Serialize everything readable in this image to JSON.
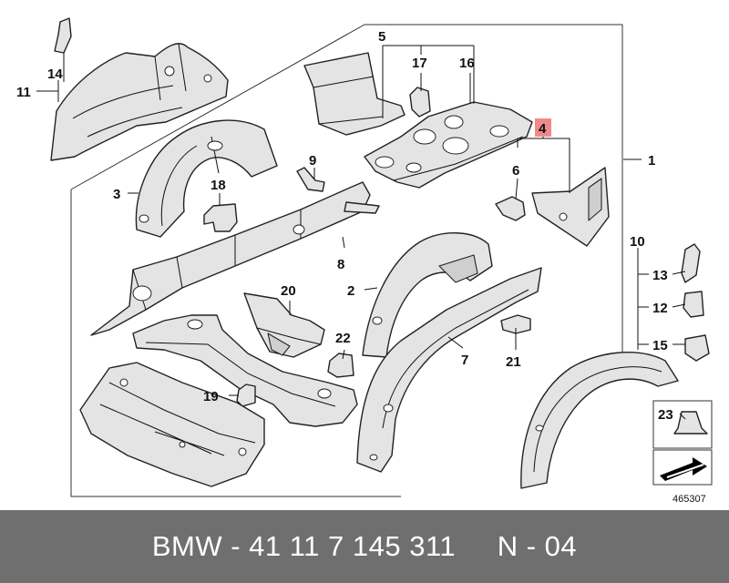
{
  "diagram": {
    "callouts": {
      "c1": "1",
      "c2": "2",
      "c3": "3",
      "c4": "4",
      "c5": "5",
      "c6": "6",
      "c7": "7",
      "c8": "8",
      "c9": "9",
      "c10": "10",
      "c11": "11",
      "c12": "12",
      "c13": "13",
      "c14": "14",
      "c15": "15",
      "c16": "16",
      "c17": "17",
      "c18": "18",
      "c19": "19",
      "c20": "20",
      "c21": "21",
      "c22": "22",
      "c23": "23"
    },
    "highlight_color": "#f08a8a",
    "image_number": "465307"
  },
  "footer": {
    "text": "BMW - 41 11 7 145 311     N - 04",
    "background": "#6f6f6f"
  }
}
